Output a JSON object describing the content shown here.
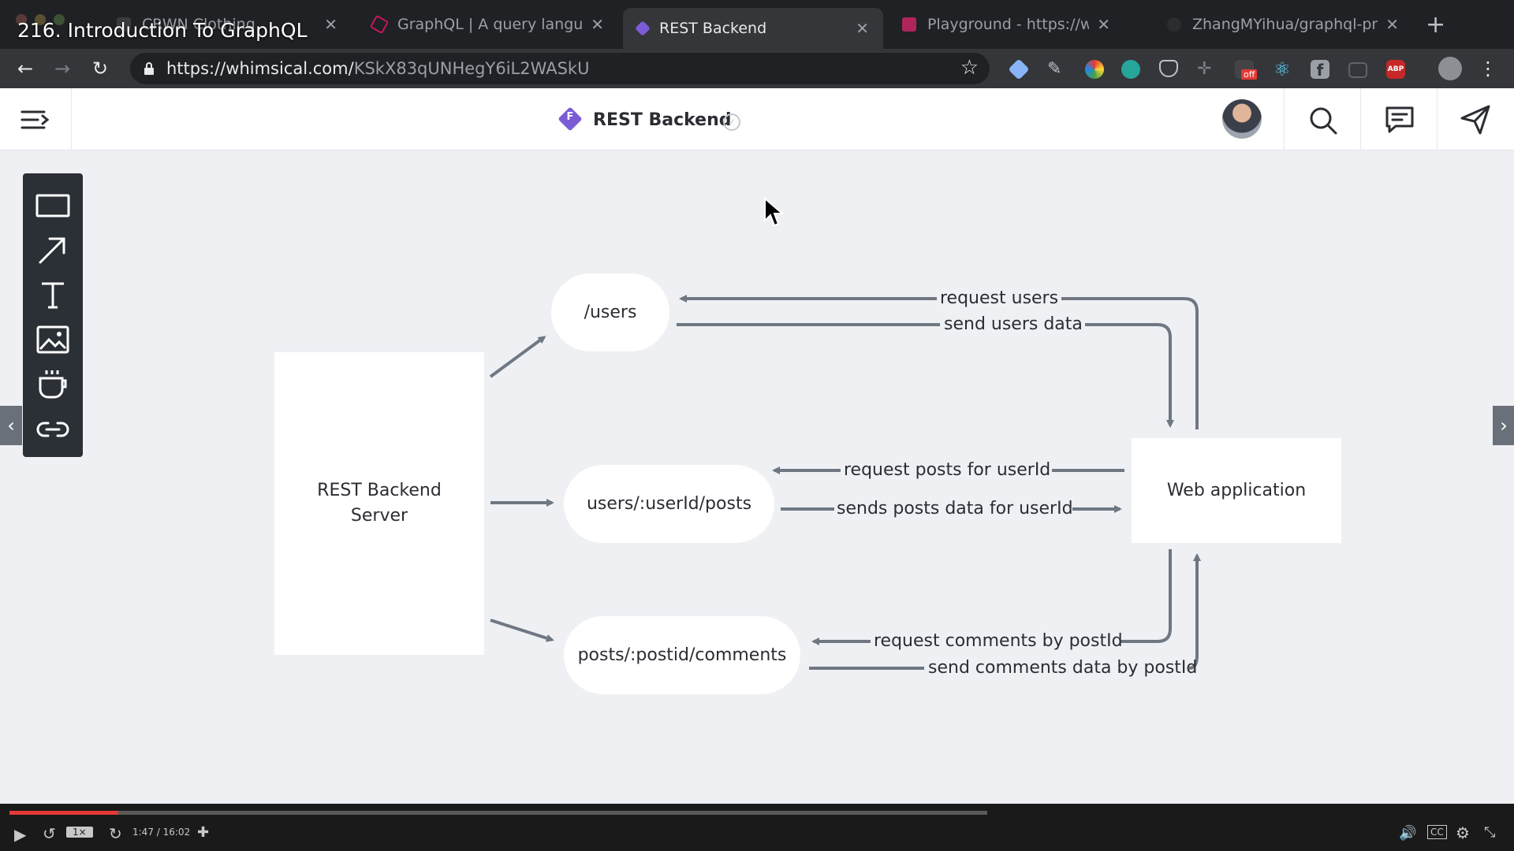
{
  "video": {
    "title": "216. Introduction To GraphQL",
    "speed": "1×",
    "time": "1:47 / 16:02",
    "progress_fraction": 0.111
  },
  "browser": {
    "tabs": [
      {
        "label": "CRWN Clothing",
        "active": false
      },
      {
        "label": "GraphQL | A query language",
        "active": false
      },
      {
        "label": "REST Backend",
        "active": true
      },
      {
        "label": "Playground - https://www.c",
        "active": false
      },
      {
        "label": "ZhangMYihua/graphql-prac",
        "active": false
      }
    ],
    "url_host": "https://whimsical.com/",
    "url_path": "KSkX83qUNHegY6iL2WASkU",
    "off_badge": "off",
    "abp_label": "ABP"
  },
  "app": {
    "doc_badge": "F",
    "doc_title": "REST Backend"
  },
  "diagram": {
    "server": "REST Backend\nServer",
    "users_node": "/users",
    "posts_node": "users/:userId/posts",
    "comments_node": "posts/:postid/comments",
    "webapp": "Web application",
    "labels": {
      "request_users": "request users",
      "send_users": "send users data",
      "request_posts": "request posts for userId",
      "send_posts": "sends posts data for userId",
      "request_comments": "request comments by postId",
      "send_comments": "send comments data by postId"
    }
  }
}
